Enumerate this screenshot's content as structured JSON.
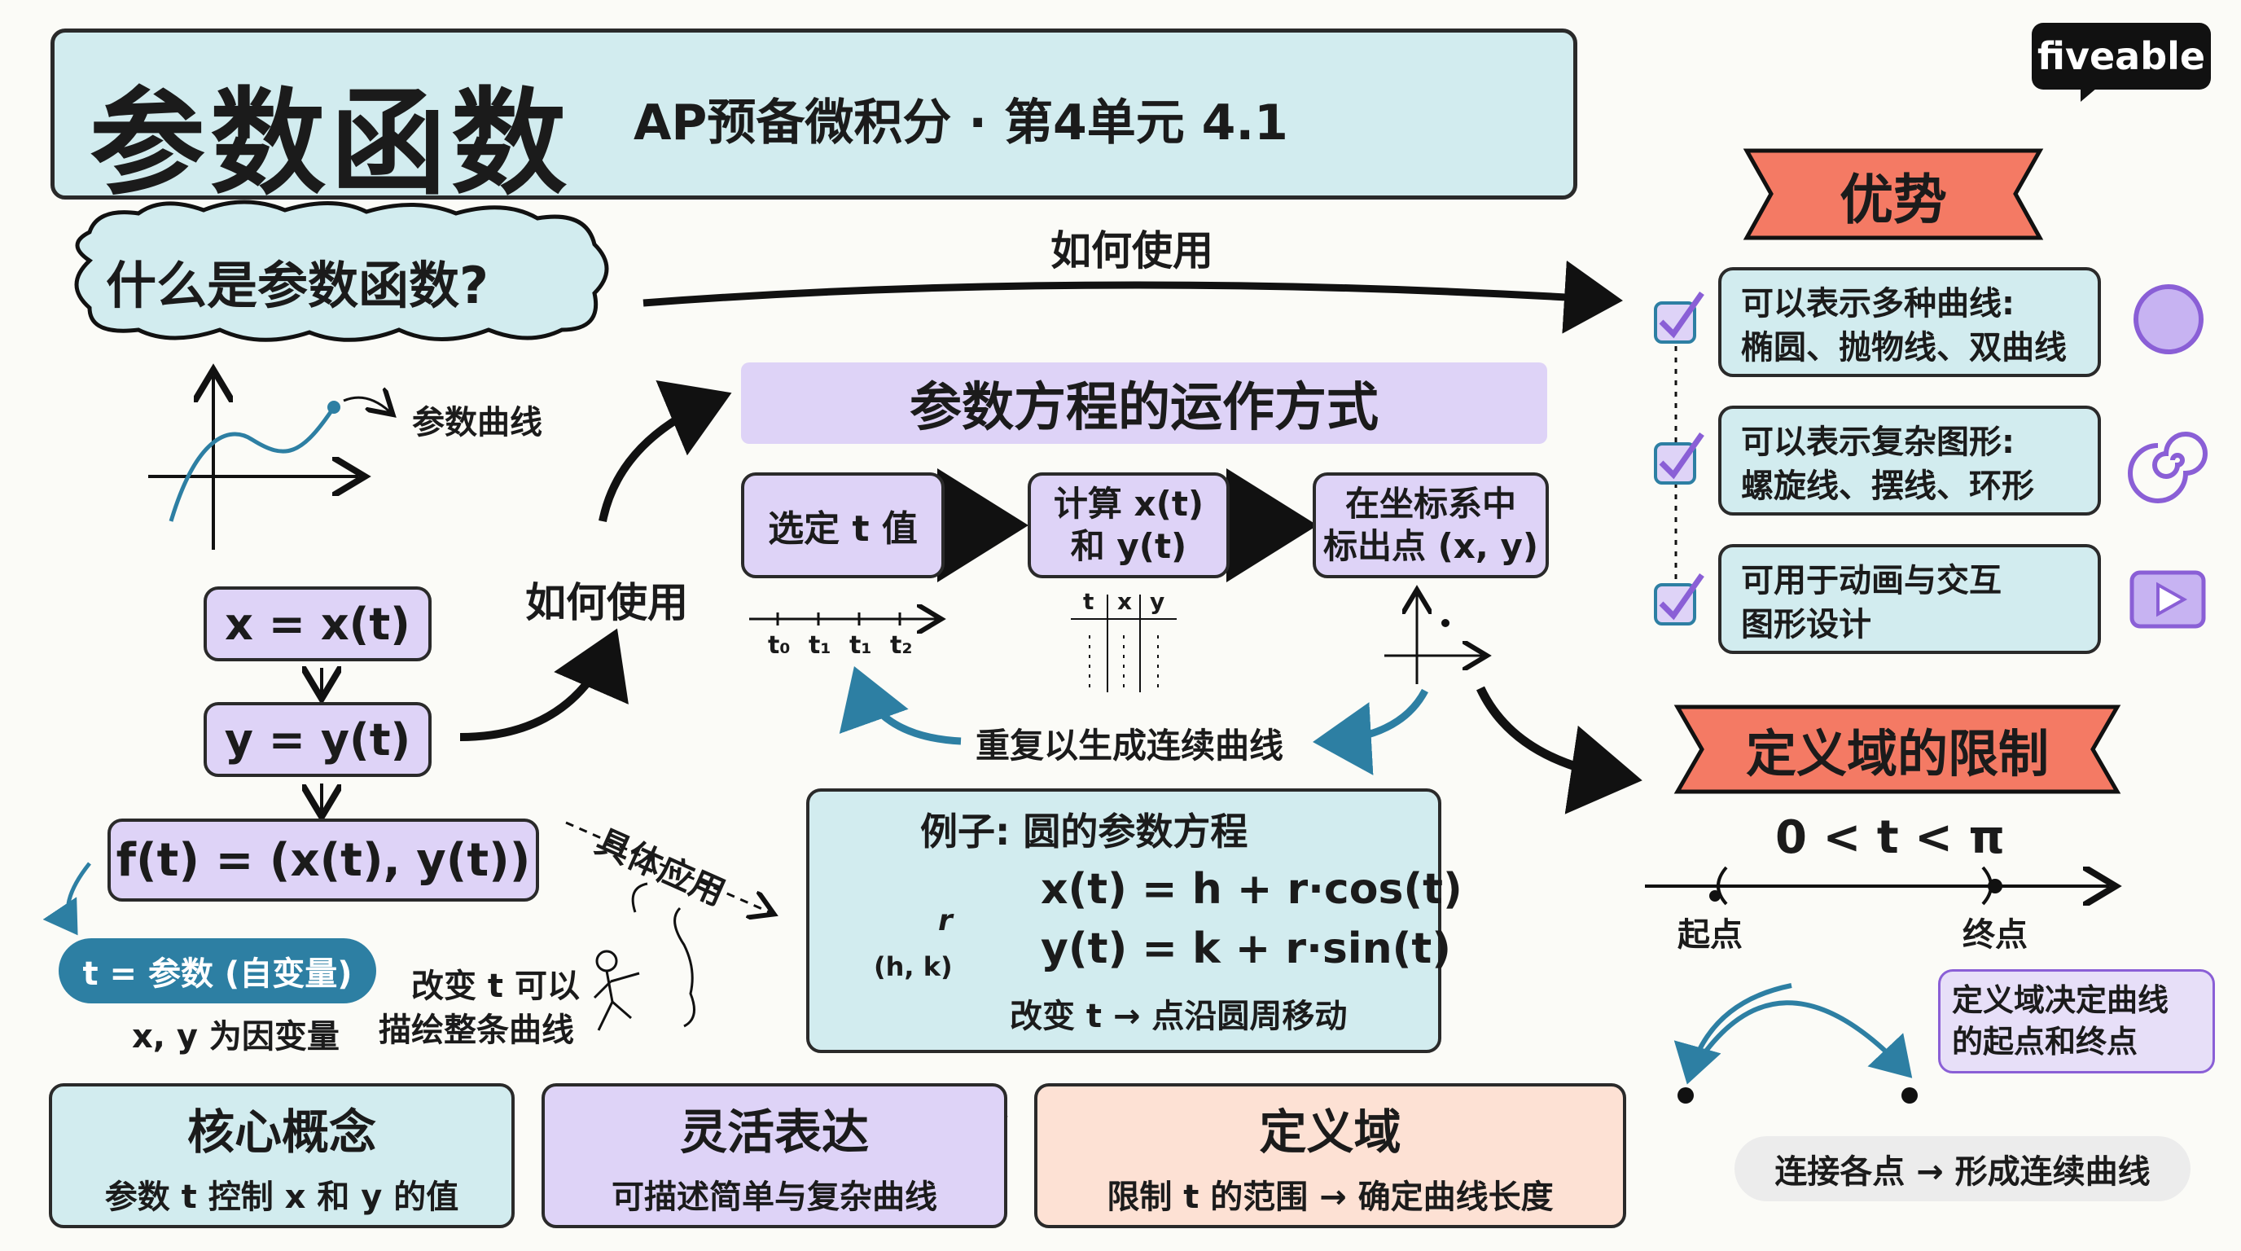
{
  "title": {
    "main": "参数函数",
    "sub": "AP预备微积分 · 第4单元 4.1"
  },
  "brand": "fiveable",
  "what_is": "什么是参数函数?",
  "top_arrow_label": "如何使用",
  "curve_label": "参数曲线",
  "equations": {
    "x": "x = x(t)",
    "y": "y = y(t)",
    "f": "f(t) = (x(t), y(t))"
  },
  "param_pill": "t = 参数 (自变量)",
  "dependent_note": "x, y 为因变量",
  "mid_arrow_label": "如何使用",
  "change_note": [
    "改变 t 可以",
    "描绘整条曲线"
  ],
  "application_label": "具体应用",
  "how_works": {
    "title": "参数方程的运作方式",
    "steps": [
      "选定 t 值",
      "计算 x(t)\n和 y(t)",
      "在坐标系中\n标出点 (x, y)"
    ],
    "ticks": [
      "t₀",
      "t₁",
      "t₁",
      "t₂"
    ],
    "table_headers": [
      "t",
      "x",
      "y"
    ],
    "repeat": "重复以生成连续曲线"
  },
  "example": {
    "title": "例子: 圆的参数方程",
    "r_label": "r",
    "center_label": "(h, k)",
    "eq1": "x(t) = h + r·cos(t)",
    "eq2": "y(t) = k + r·sin(t)",
    "note": "改变 t → 点沿圆周移动"
  },
  "cards": [
    {
      "title": "核心概念",
      "text": "参数 t 控制 x 和 y 的值"
    },
    {
      "title": "灵活表达",
      "text": "可描述简单与复杂曲线"
    },
    {
      "title": "定义域",
      "text": "限制 t 的范围 → 确定曲线长度"
    }
  ],
  "advantages": {
    "title": "优势",
    "items": [
      {
        "text": "可以表示多种曲线:\n椭圆、抛物线、双曲线",
        "icon": "circle-icon"
      },
      {
        "text": "可以表示复杂图形:\n螺旋线、摆线、环形",
        "icon": "spiral-icon"
      },
      {
        "text": "可用于动画与交互\n图形设计",
        "icon": "play-icon"
      }
    ]
  },
  "domain": {
    "title": "定义域的限制",
    "range": "0 < t < π",
    "start": "起点",
    "end": "终点",
    "note": "定义域决定曲线\n的起点和终点",
    "connect": "连接各点 → 形成连续曲线"
  },
  "colors": {
    "teal": "#d2ecef",
    "purple": "#ded3f7",
    "peach": "#fde1d4",
    "banner": "#f47a64",
    "curve": "#2d7fa3",
    "accent": "#8a5fd6"
  }
}
